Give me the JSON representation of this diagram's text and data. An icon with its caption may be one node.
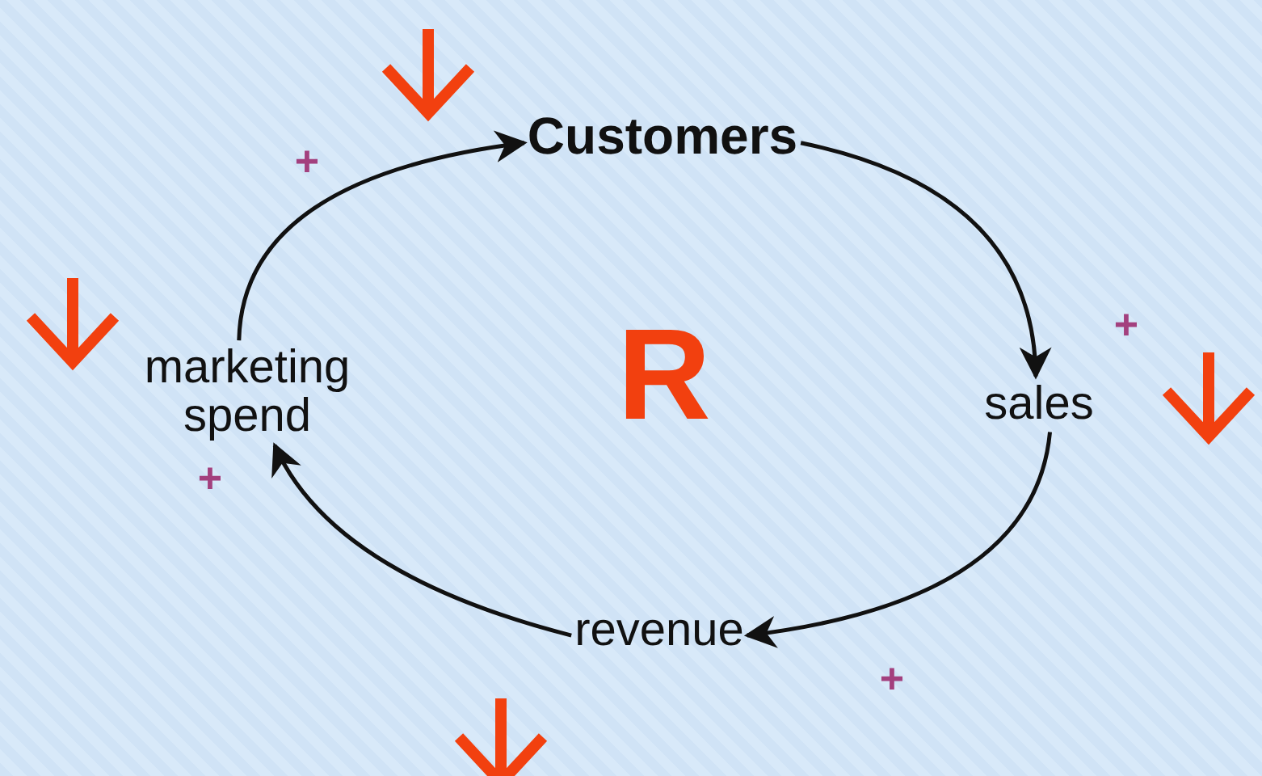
{
  "diagram": {
    "nodes": [
      {
        "text": [
          "Customers"
        ]
      },
      {
        "text": [
          "sales"
        ]
      },
      {
        "text": [
          "revenue"
        ]
      },
      {
        "text": [
          "marketing spend"
        ]
      }
    ],
    "edges": [
      {
        "from": 0,
        "to": 1,
        "arrow": "to",
        "label": "+"
      },
      {
        "from": 1,
        "to": 2,
        "arrow": "to",
        "label": "+"
      },
      {
        "from": 2,
        "to": 3,
        "arrow": "to",
        "label": "+"
      },
      {
        "from": 3,
        "to": 0,
        "arrow": "to",
        "label": "+"
      }
    ],
    "labels": [
      "R"
    ]
  }
}
